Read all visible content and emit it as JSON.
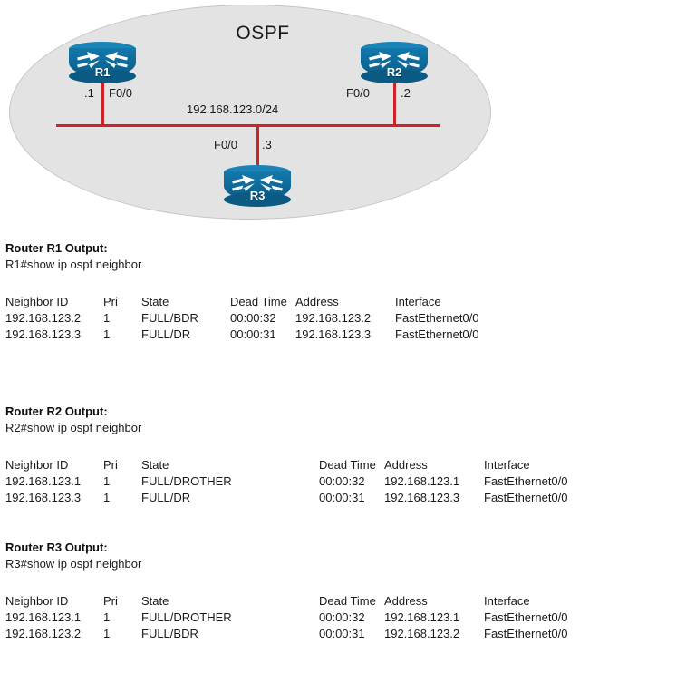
{
  "diagram": {
    "title": "OSPF",
    "subnet_label": "192.168.123.0/24",
    "routers": [
      {
        "name": "R1",
        "interface": "F0/0",
        "ip_suffix": ".1"
      },
      {
        "name": "R2",
        "interface": "F0/0",
        "ip_suffix": ".2"
      },
      {
        "name": "R3",
        "interface": "F0/0",
        "ip_suffix": ".3"
      }
    ],
    "colors": {
      "cloud_fill": "#e3e3e3",
      "cloud_border": "#c6c6c6",
      "link": "#cc2229",
      "router_body": "#0e6796",
      "router_top": "#1a84b8"
    }
  },
  "columns": [
    "Neighbor ID",
    "Pri",
    "State",
    "Dead Time",
    "Address",
    "Interface"
  ],
  "sections": [
    {
      "heading": "Router R1 Output:",
      "command": "R1#show ip ospf neighbor",
      "rows": [
        {
          "neighbor_id": "192.168.123.2",
          "pri": "1",
          "state": "FULL/BDR",
          "dead_time": "00:00:32",
          "address": "192.168.123.2",
          "interface": "FastEthernet0/0"
        },
        {
          "neighbor_id": "192.168.123.3",
          "pri": "1",
          "state": "FULL/DR",
          "dead_time": "00:00:31",
          "address": "192.168.123.3",
          "interface": "FastEthernet0/0"
        }
      ]
    },
    {
      "heading": "Router R2 Output:",
      "command": "R2#show ip ospf neighbor",
      "rows": [
        {
          "neighbor_id": "192.168.123.1",
          "pri": "1",
          "state": "FULL/DROTHER",
          "dead_time": "00:00:32",
          "address": "192.168.123.1",
          "interface": "FastEthernet0/0"
        },
        {
          "neighbor_id": "192.168.123.3",
          "pri": "1",
          "state": "FULL/DR",
          "dead_time": "00:00:31",
          "address": "192.168.123.3",
          "interface": "FastEthernet0/0"
        }
      ]
    },
    {
      "heading": "Router R3 Output:",
      "command": "R3#show ip ospf neighbor",
      "rows": [
        {
          "neighbor_id": "192.168.123.1",
          "pri": "1",
          "state": "FULL/DROTHER",
          "dead_time": "00:00:32",
          "address": "192.168.123.1",
          "interface": "FastEthernet0/0"
        },
        {
          "neighbor_id": "192.168.123.2",
          "pri": "1",
          "state": "FULL/BDR",
          "dead_time": "00:00:31",
          "address": "192.168.123.2",
          "interface": "FastEthernet0/0"
        }
      ]
    }
  ]
}
